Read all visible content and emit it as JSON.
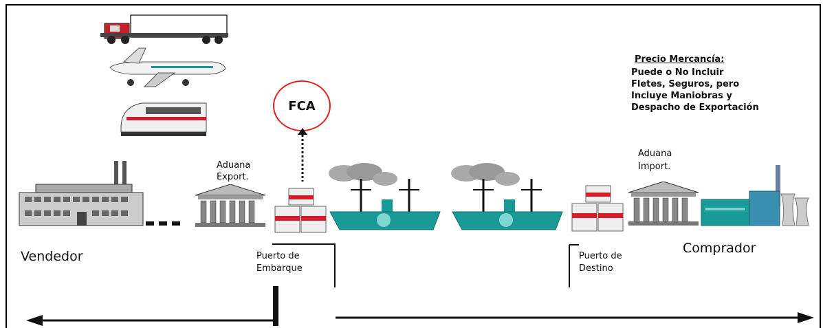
{
  "fca": {
    "label": "FCA"
  },
  "precio": {
    "title": "Precio Mercancía:",
    "lines": [
      "Puede o No Incluir",
      "Fletes, Seguros, pero",
      "Incluye Maniobras y",
      "Despacho de Exportación"
    ]
  },
  "aduana_export": {
    "line1": "Aduana",
    "line2": "Export."
  },
  "aduana_import": {
    "line1": "Aduana",
    "line2": "Import."
  },
  "vendedor": "Vendedor",
  "comprador": "Comprador",
  "puerto_embarque": {
    "line1": "Puerto de",
    "line2": "Embarque"
  },
  "puerto_destino": {
    "line1": "Puerto de",
    "line2": "Destino"
  },
  "colors": {
    "accent": "#e02020",
    "ship": "#1a9a96",
    "cargo_red": "#d51c2a"
  }
}
